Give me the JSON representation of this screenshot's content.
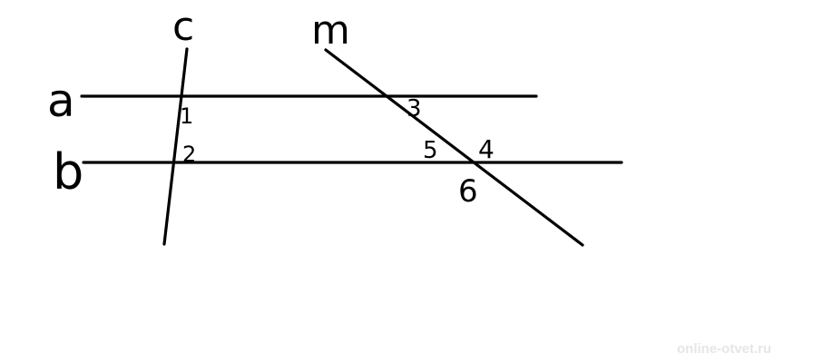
{
  "lines": {
    "a": {
      "label": "a"
    },
    "b": {
      "label": "b"
    },
    "c": {
      "label": "c"
    },
    "m": {
      "label": "m"
    }
  },
  "angles": [
    "1",
    "2",
    "3",
    "4",
    "5",
    "6"
  ],
  "watermark": "online-otvet.ru"
}
